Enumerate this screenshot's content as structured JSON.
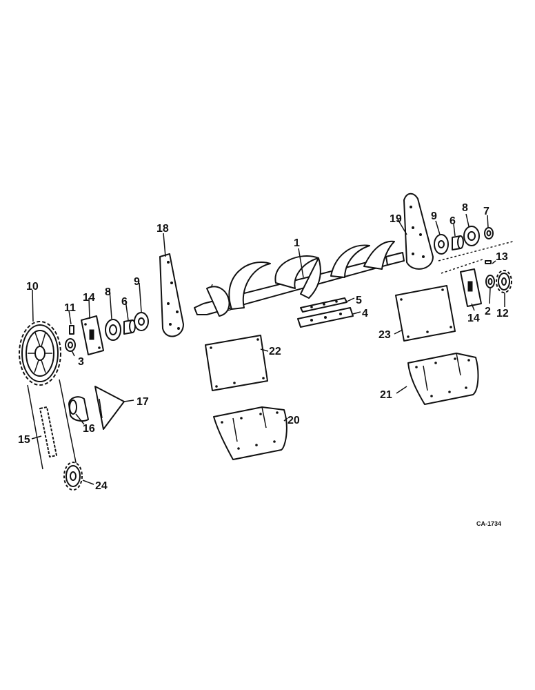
{
  "diagram": {
    "drawing_code": "CA-1734",
    "callouts": {
      "c1": "1",
      "c2": "2",
      "c3": "3",
      "c4": "4",
      "c5": "5",
      "c6a": "6",
      "c6b": "6",
      "c7": "7",
      "c8a": "8",
      "c8b": "8",
      "c9a": "9",
      "c9b": "9",
      "c10": "10",
      "c11": "11",
      "c12": "12",
      "c13": "13",
      "c14a": "14",
      "c14b": "14",
      "c15": "15",
      "c16": "16",
      "c17": "17",
      "c18": "18",
      "c19": "19",
      "c20": "20",
      "c21": "21",
      "c22": "22",
      "c23": "23",
      "c24": "24"
    }
  }
}
